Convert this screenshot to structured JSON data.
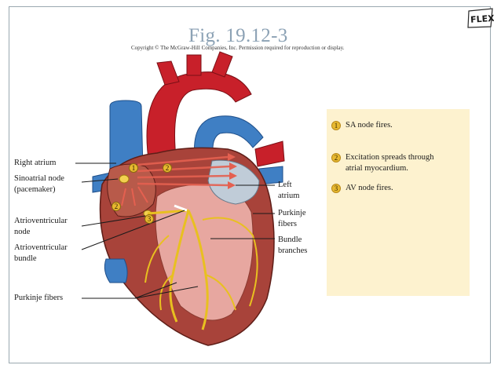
{
  "slide": {
    "title": "Fig. 19.12-3",
    "copyright": "Copyright © The McGraw-Hill Companies, Inc. Permission required for reproduction or display.",
    "logo_text": "FLEX"
  },
  "labels": {
    "right_atrium": "Right atrium",
    "sa_node_line1": "Sinoatrial node",
    "sa_node_line2": "(pacemaker)",
    "av_node_line1": "Atrioventricular",
    "av_node_line2": "node",
    "av_bundle_line1": "Atrioventricular",
    "av_bundle_line2": "bundle",
    "purkinje_left": "Purkinje fibers",
    "left_atrium_line1": "Left",
    "left_atrium_line2": "atrium",
    "purkinje_right_line1": "Purkinje",
    "purkinje_right_line2": "fibers",
    "bundle_branches_line1": "Bundle",
    "bundle_branches_line2": "branches"
  },
  "steps": [
    {
      "num": "1",
      "line1": "SA node fires.",
      "line2": ""
    },
    {
      "num": "2",
      "line1": "Excitation spreads through",
      "line2": "atrial myocardium."
    },
    {
      "num": "3",
      "line1": "AV node fires.",
      "line2": ""
    }
  ],
  "badges": {
    "b1": "1",
    "b2a": "2",
    "b2b": "2",
    "b3": "3"
  },
  "colors": {
    "title": "#8ca2b5",
    "panel": "#fdf2cf",
    "badge": "#e8b930",
    "vessel_blue": "#3f7fc4",
    "aorta_red": "#c8202a",
    "muscle": "#a8433a",
    "conduction": "#e8c020"
  }
}
